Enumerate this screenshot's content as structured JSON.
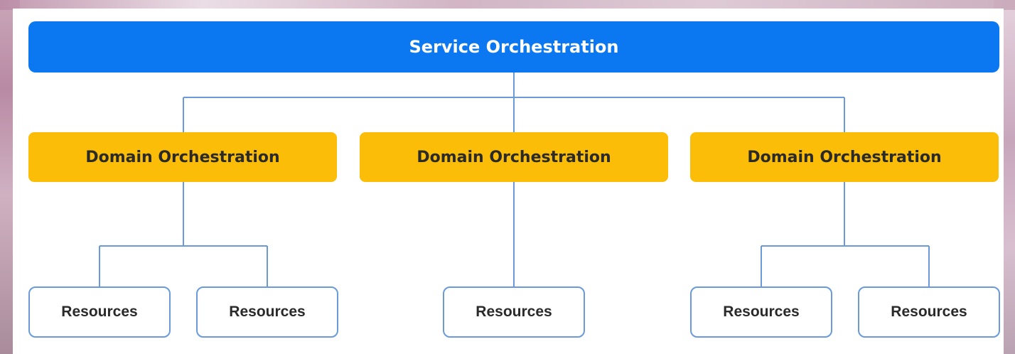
{
  "service": {
    "label": "Service Orchestration"
  },
  "domains": [
    {
      "label": "Domain Orchestration"
    },
    {
      "label": "Domain Orchestration"
    },
    {
      "label": "Domain Orchestration"
    }
  ],
  "resources": [
    {
      "label": "Resources"
    },
    {
      "label": "Resources"
    },
    {
      "label": "Resources"
    },
    {
      "label": "Resources"
    },
    {
      "label": "Resources"
    }
  ],
  "colors": {
    "service_fill": "#0b78f2",
    "domain_fill": "#fbbd08",
    "resource_border": "#6a9bd8",
    "connector": "#6a9bd8"
  }
}
